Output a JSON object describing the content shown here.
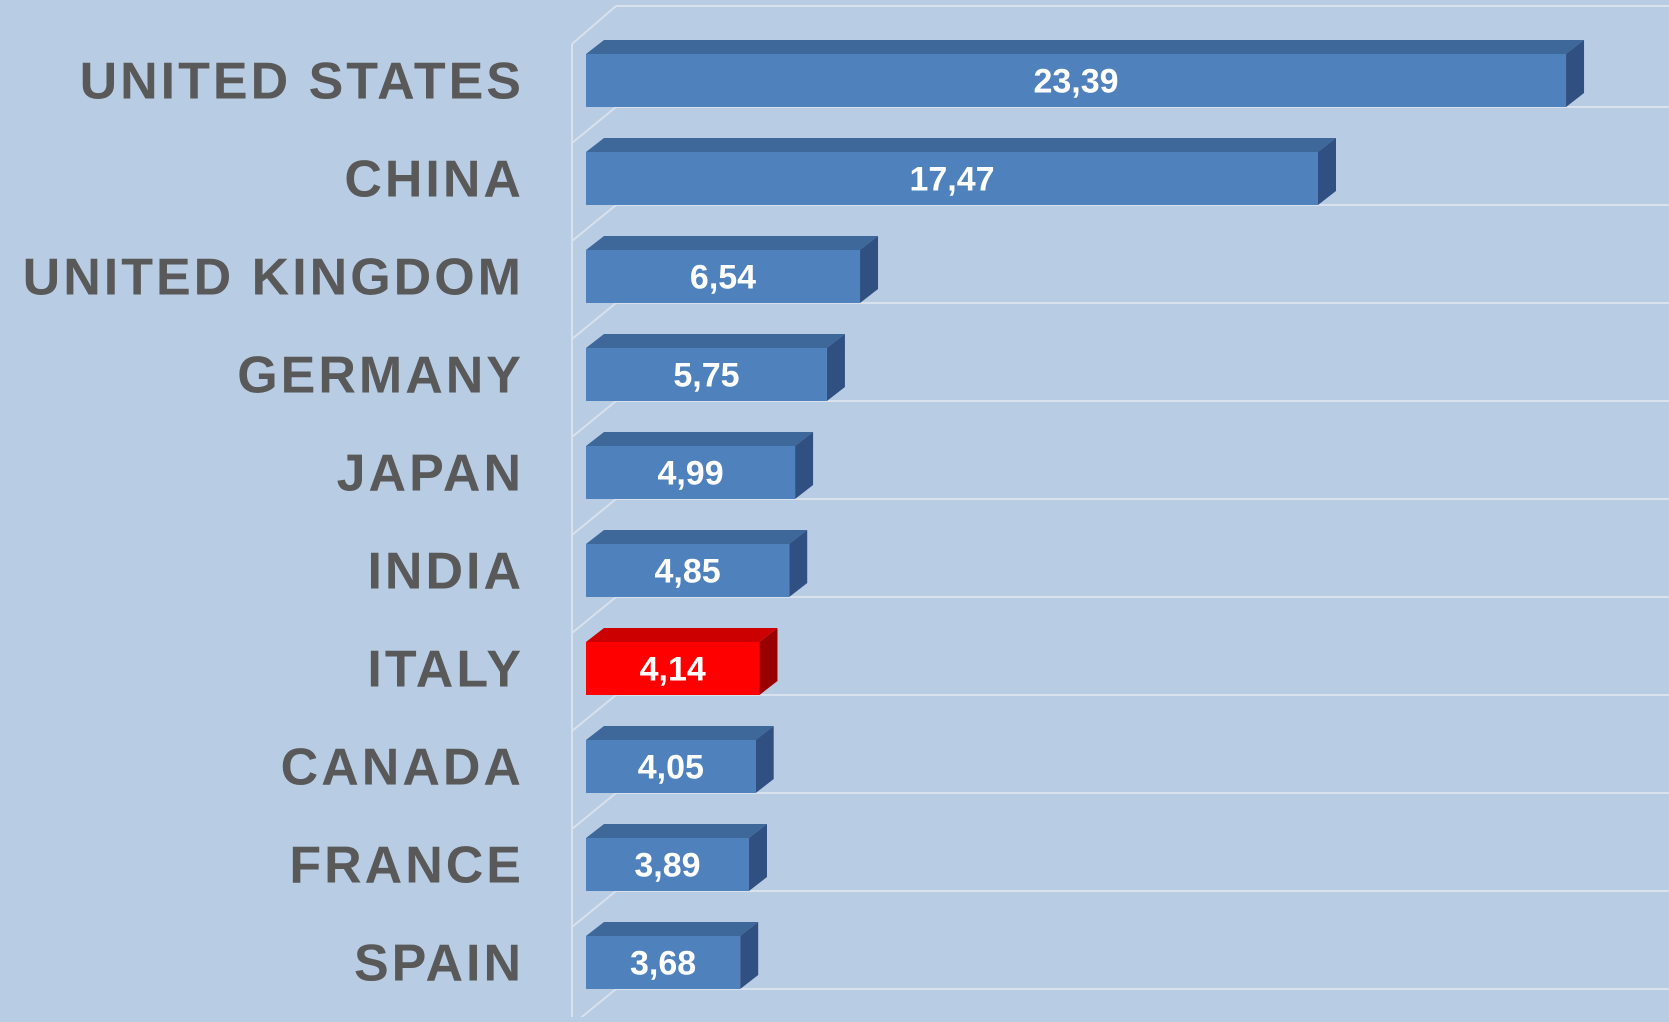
{
  "chart_data": {
    "type": "bar",
    "orientation": "horizontal",
    "style": "3d",
    "title": "",
    "xlabel": "",
    "ylabel": "",
    "categories": [
      "UNITED STATES",
      "CHINA",
      "UNITED KINGDOM",
      "GERMANY",
      "JAPAN",
      "INDIA",
      "ITALY",
      "CANADA",
      "FRANCE",
      "SPAIN"
    ],
    "values": [
      23.39,
      17.47,
      6.54,
      5.75,
      4.99,
      4.85,
      4.14,
      4.05,
      3.89,
      3.68
    ],
    "value_labels": [
      "23,39",
      "17,47",
      "6,54",
      "5,75",
      "4,99",
      "4,85",
      "4,14",
      "4,05",
      "3,89",
      "3,68"
    ],
    "highlight_index": 6,
    "xlim": [
      0,
      25
    ],
    "grid": true,
    "legend": "none",
    "colors": {
      "background": "#b8cce4",
      "bar_front": "#4f81bd",
      "bar_top": "#3e679a",
      "bar_side": "#2f5080",
      "highlight_front": "#ff0000",
      "highlight_top": "#cc0000",
      "highlight_side": "#990000",
      "category_text": "#595959",
      "value_text": "#ffffff",
      "grid": "#d9e1ec"
    }
  }
}
